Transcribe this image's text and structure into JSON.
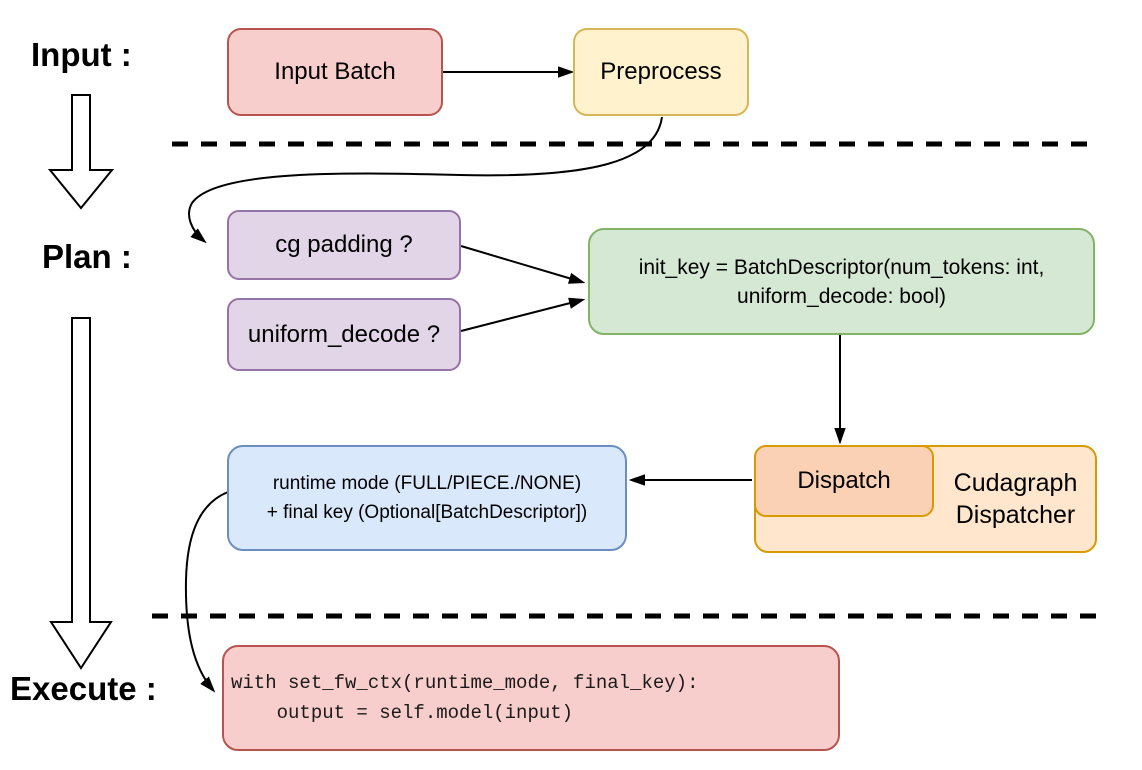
{
  "stage_labels": {
    "input": "Input :",
    "plan": "Plan :",
    "execute": "Execute :"
  },
  "nodes": {
    "input_batch": {
      "label": "Input Batch",
      "fill": "#f8cecc",
      "stroke": "#b85450"
    },
    "preprocess": {
      "label": "Preprocess",
      "fill": "#fff2cc",
      "stroke": "#d6b656"
    },
    "cg_padding": {
      "label": "cg padding ?",
      "fill": "#e1d5e7",
      "stroke": "#9673a6"
    },
    "uniform_decode": {
      "label": "uniform_decode ?",
      "fill": "#e1d5e7",
      "stroke": "#9673a6"
    },
    "init_key": {
      "line1": "init_key = BatchDescriptor(num_tokens: int,",
      "line2": "uniform_decode: bool)",
      "fill": "#d5e8d4",
      "stroke": "#82b366"
    },
    "cudagraph_dispatcher": {
      "line1": "Cudagraph",
      "line2": "Dispatcher",
      "fill": "#ffe6cc",
      "stroke": "#d79b00"
    },
    "dispatch": {
      "label": "Dispatch",
      "fill": "#fbd1b5",
      "stroke": "#d79b00"
    },
    "runtime_result": {
      "line1": "runtime mode (FULL/PIECE./NONE)",
      "line2": "+ final key (Optional[BatchDescriptor])",
      "fill": "#dae8fc",
      "stroke": "#6c8ebf"
    },
    "execute_code": {
      "line1": "with set_fw_ctx(runtime_mode, final_key):",
      "line2": "    output = self.model(input)",
      "fill": "#f8cecc",
      "stroke": "#b85450"
    }
  },
  "connector_color": "#000000"
}
